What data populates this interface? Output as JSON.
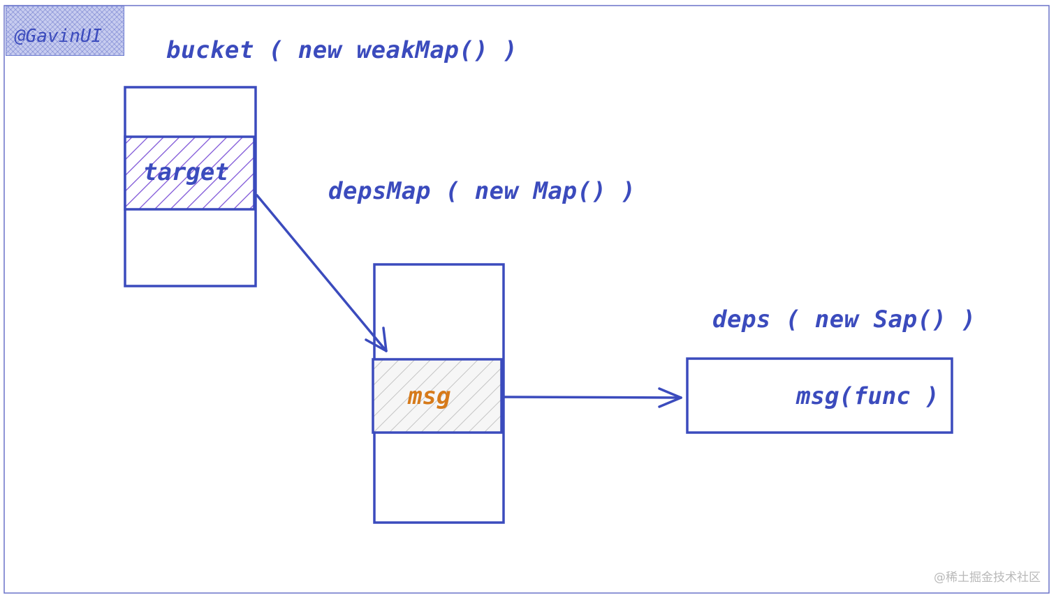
{
  "badge": {
    "text": "@GavinUI"
  },
  "bucket": {
    "label": "bucket ( new weakMap() )",
    "key": "target"
  },
  "depsMap": {
    "label": "depsMap ( new Map() )",
    "key": "msg"
  },
  "deps": {
    "label": "deps ( new Sap() )",
    "entry": "msg(func )"
  },
  "watermark": "@稀土掘金技术社区",
  "colors": {
    "stroke": "#3b4bbd",
    "target_hatch": "#7a4fd6",
    "msg_hatch": "#c4c4c4",
    "msg_text": "#d67a1a"
  }
}
